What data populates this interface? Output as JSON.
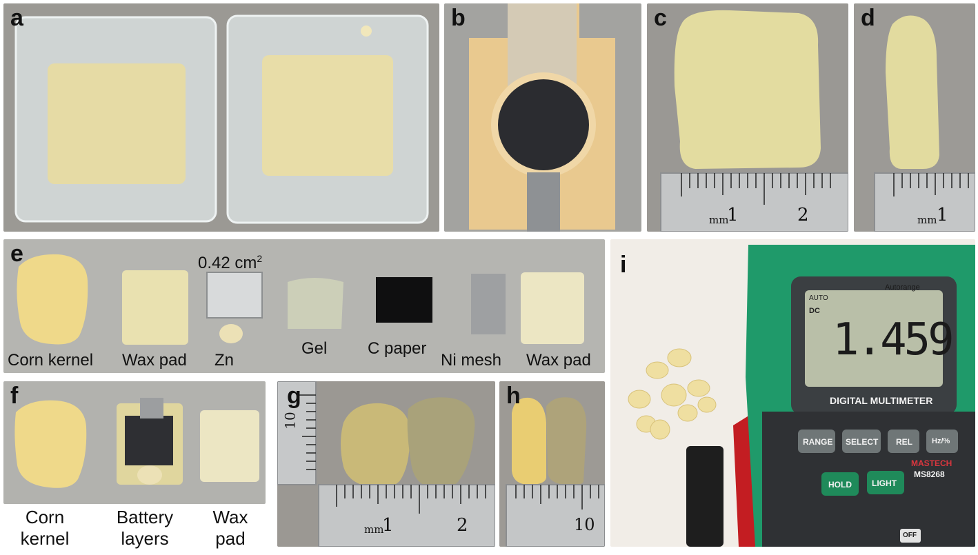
{
  "panels": {
    "a": {
      "label": "a"
    },
    "b": {
      "label": "b"
    },
    "c": {
      "label": "c",
      "ruler_unit": "mm",
      "ruler_ticks": [
        "1",
        "2"
      ]
    },
    "d": {
      "label": "d",
      "ruler_unit": "mm",
      "ruler_ticks": [
        "1"
      ]
    },
    "e": {
      "label": "e",
      "area_label": "0.42 cm",
      "area_superscript": "2",
      "items": [
        "Corn kernel",
        "Wax pad",
        "Zn",
        "Gel",
        "C paper",
        "Ni mesh",
        "Wax pad"
      ]
    },
    "f": {
      "label": "f",
      "captions": [
        {
          "line1": "Corn",
          "line2": "kernel"
        },
        {
          "line1": "Battery",
          "line2": "layers"
        },
        {
          "line1": "Wax",
          "line2": "pad"
        }
      ]
    },
    "g": {
      "label": "g",
      "ruler_unit": "mm",
      "ruler_ticks": [
        "1",
        "2"
      ],
      "vertical_ruler_tick": "10"
    },
    "h": {
      "label": "h",
      "ruler_tick": "10"
    },
    "i": {
      "label": "i",
      "meter": {
        "display_reading": "1.459",
        "auto_indicator": "AUTO",
        "dc_indicator": "DC",
        "autorange_text": "Autorange",
        "device_name": "DIGITAL MULTIMETER",
        "brand": "MASTECH",
        "model": "MS8268",
        "buttons": [
          "RANGE",
          "SELECT",
          "REL",
          "Hz/%",
          "HOLD",
          "LIGHT"
        ],
        "off_label": "OFF"
      }
    }
  },
  "colors": {
    "wax": "#e8dfa9",
    "corn": "#eed982",
    "background_gray": "#b2b2ae",
    "meter_green": "#1f9a6a",
    "lcd": "#b9bfa8"
  }
}
